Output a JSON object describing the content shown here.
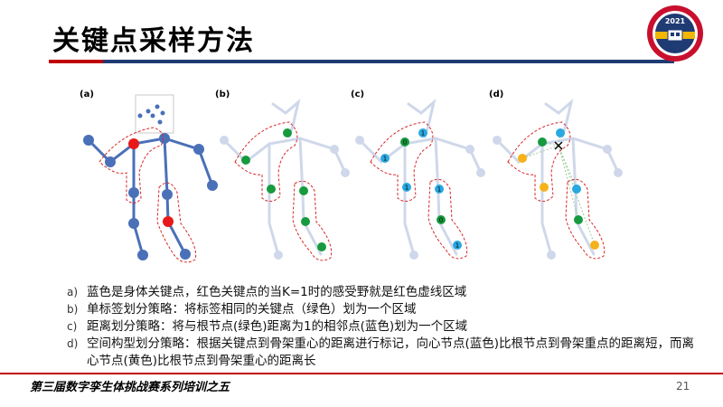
{
  "title": "关键点采样方法",
  "logo": {
    "year": "2021",
    "colors": {
      "ring": "#c8102e",
      "inner": "#1f3b73",
      "band": "#f2b705"
    }
  },
  "figure": {
    "panels": [
      "(a)",
      "(b)",
      "(c)",
      "(d)"
    ],
    "node_labels_c": [
      "0",
      "1",
      "1",
      "1",
      "1",
      "0",
      "1"
    ],
    "colors": {
      "skeleton": "#4a70b8",
      "faded": "#cfd8ea",
      "red": "#e8191a",
      "green": "#169a3d",
      "blue": "#2aa8e0",
      "yellow": "#f5b21a",
      "dash": "#d62728"
    }
  },
  "captions": [
    {
      "marker": "a)",
      "text": "蓝色是身体关键点，红色关键点的当K=1时的感受野就是红色虚线区域"
    },
    {
      "marker": "b)",
      "text": "单标签划分策略：将标签相同的关键点（绿色）划为一个区域"
    },
    {
      "marker": "c)",
      "text": "距离划分策略：将与根节点(绿色)距离为1的相邻点(蓝色)划为一个区域"
    },
    {
      "marker": "d)",
      "text": "空间构型划分策略：根据关键点到骨架重心的距离进行标记，向心节点(蓝色)比根节点到骨架重点的距离短，而离心节点(黄色)比根节点到骨架重心的距离长"
    }
  ],
  "footer": {
    "text": "第三届数字孪生体挑战赛系列培训之五",
    "page": "21"
  }
}
